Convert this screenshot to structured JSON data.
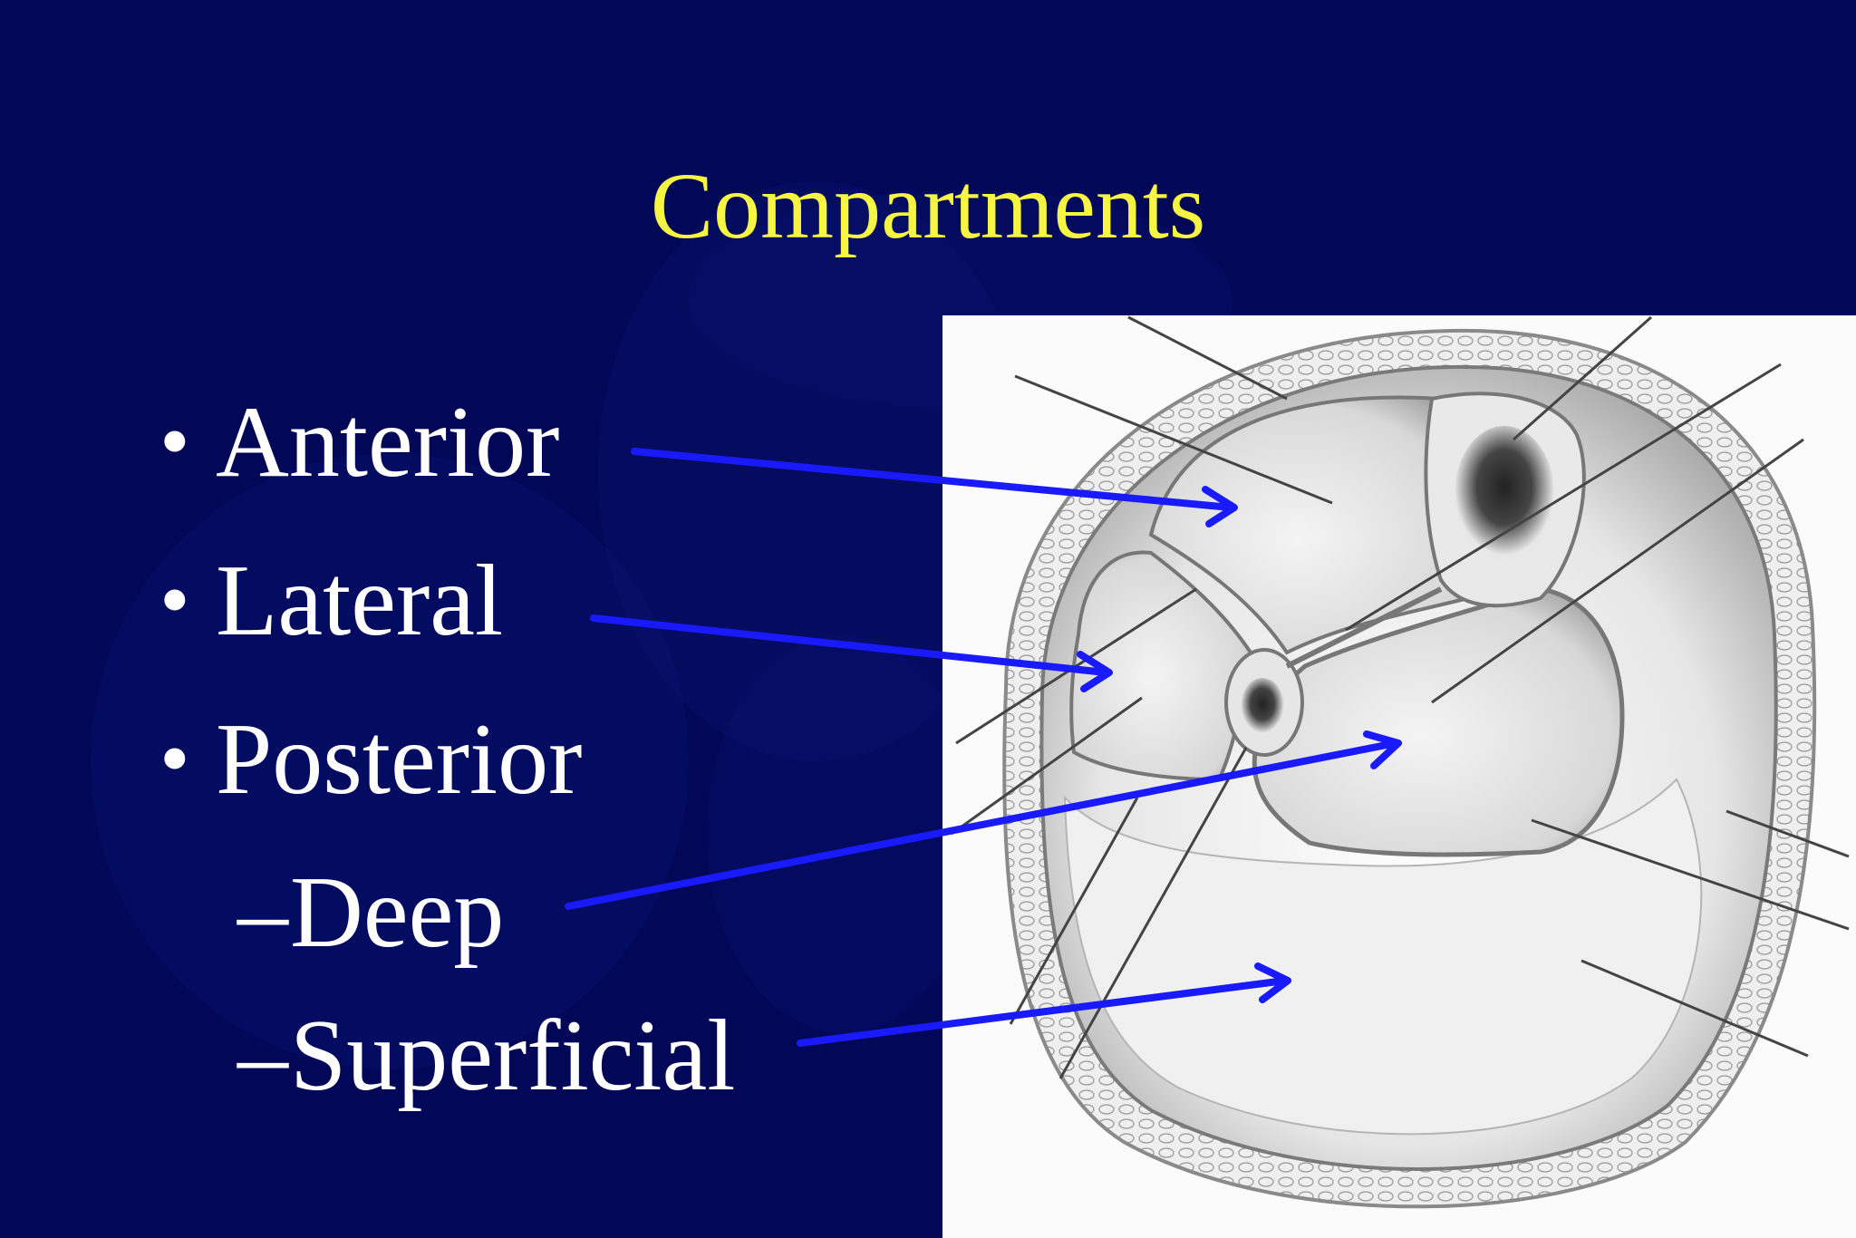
{
  "slide": {
    "title": "Compartments",
    "bullets": [
      {
        "marker": "•",
        "label": "Anterior"
      },
      {
        "marker": "•",
        "label": "Lateral"
      },
      {
        "marker": "•",
        "label": "Posterior"
      }
    ],
    "sub_bullets": [
      {
        "marker": "–",
        "label": "Deep"
      },
      {
        "marker": "–",
        "label": "Superficial"
      }
    ]
  },
  "colors": {
    "background": "#020857",
    "title": "#f5f542",
    "text": "#ffffff",
    "arrow": "#1a1aff"
  },
  "figure": {
    "subject": "leg cross-section illustration",
    "arrow_targets": [
      "anterior",
      "lateral",
      "deep-posterior",
      "superficial-posterior"
    ]
  }
}
